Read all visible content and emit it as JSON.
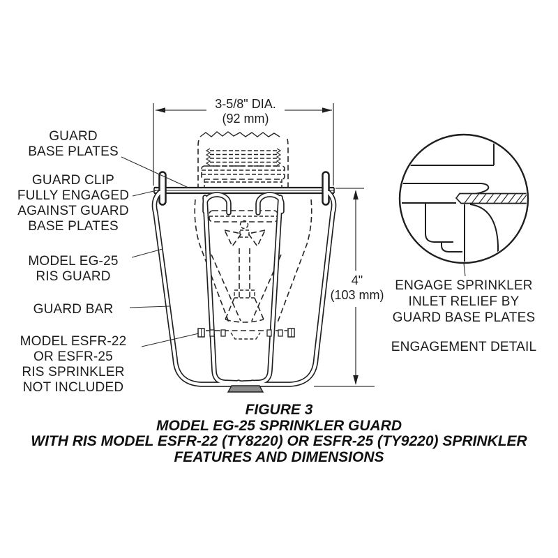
{
  "figure": {
    "top_dimension": {
      "line1": "3-5/8\" DIA.",
      "line2": "(92 mm)"
    },
    "height_dimension": {
      "line1": "4\"",
      "line2": "(103 mm)"
    },
    "labels": {
      "guard_base_plates": [
        "GUARD",
        "BASE PLATES"
      ],
      "guard_clip": [
        "GUARD CLIP",
        "FULLY ENGAGED",
        "AGAINST GUARD",
        "BASE PLATES"
      ],
      "model_guard": [
        "MODEL EG-25",
        "RIS GUARD"
      ],
      "guard_bar": [
        "GUARD BAR"
      ],
      "sprinkler_note": [
        "MODEL ESFR-22",
        "OR ESFR-25",
        "RIS SPRINKLER",
        "NOT INCLUDED"
      ]
    },
    "detail": {
      "engage_note": [
        "ENGAGE SPRINKLER",
        "INLET RELIEF BY",
        "GUARD BASE PLATES"
      ],
      "title": "ENGAGEMENT DETAIL"
    },
    "caption": [
      "FIGURE 3",
      "MODEL EG-25 SPRINKLER GUARD",
      "WITH RIS MODEL ESFR-22 (TY8220) OR ESFR-25 (TY9220) SPRINKLER",
      "FEATURES AND DIMENSIONS"
    ],
    "colors": {
      "line": "#1f1f1f",
      "text": "#1c1c1c",
      "pad_fill": "#8c8c8c"
    }
  }
}
